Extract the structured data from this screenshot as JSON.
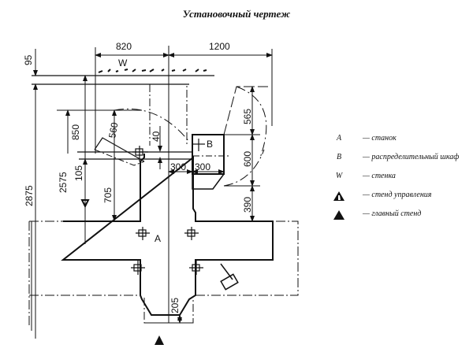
{
  "title": "Установочный чертеж",
  "dimensions": {
    "d95": "95",
    "d820": "820",
    "d1200": "1200",
    "d850": "850",
    "d560": "560",
    "d40": "40",
    "d565": "565",
    "d600": "600",
    "d390": "390",
    "d105": "105",
    "d705": "705",
    "d2575": "2575",
    "d2875": "2875",
    "d300a": "300",
    "d300b": "300",
    "d205": "205"
  },
  "labels": {
    "wall": "W",
    "machine": "A",
    "cabinet": "B"
  },
  "legend": [
    {
      "key": "A",
      "text": "— станок"
    },
    {
      "key": "B",
      "text": "— распределительный шкаф"
    },
    {
      "key": "W",
      "text": "— стенка"
    },
    {
      "key": "control-stand-icon",
      "text": "— стенд управления"
    },
    {
      "key": "main-stand-icon",
      "text": "— главный стенд"
    }
  ]
}
